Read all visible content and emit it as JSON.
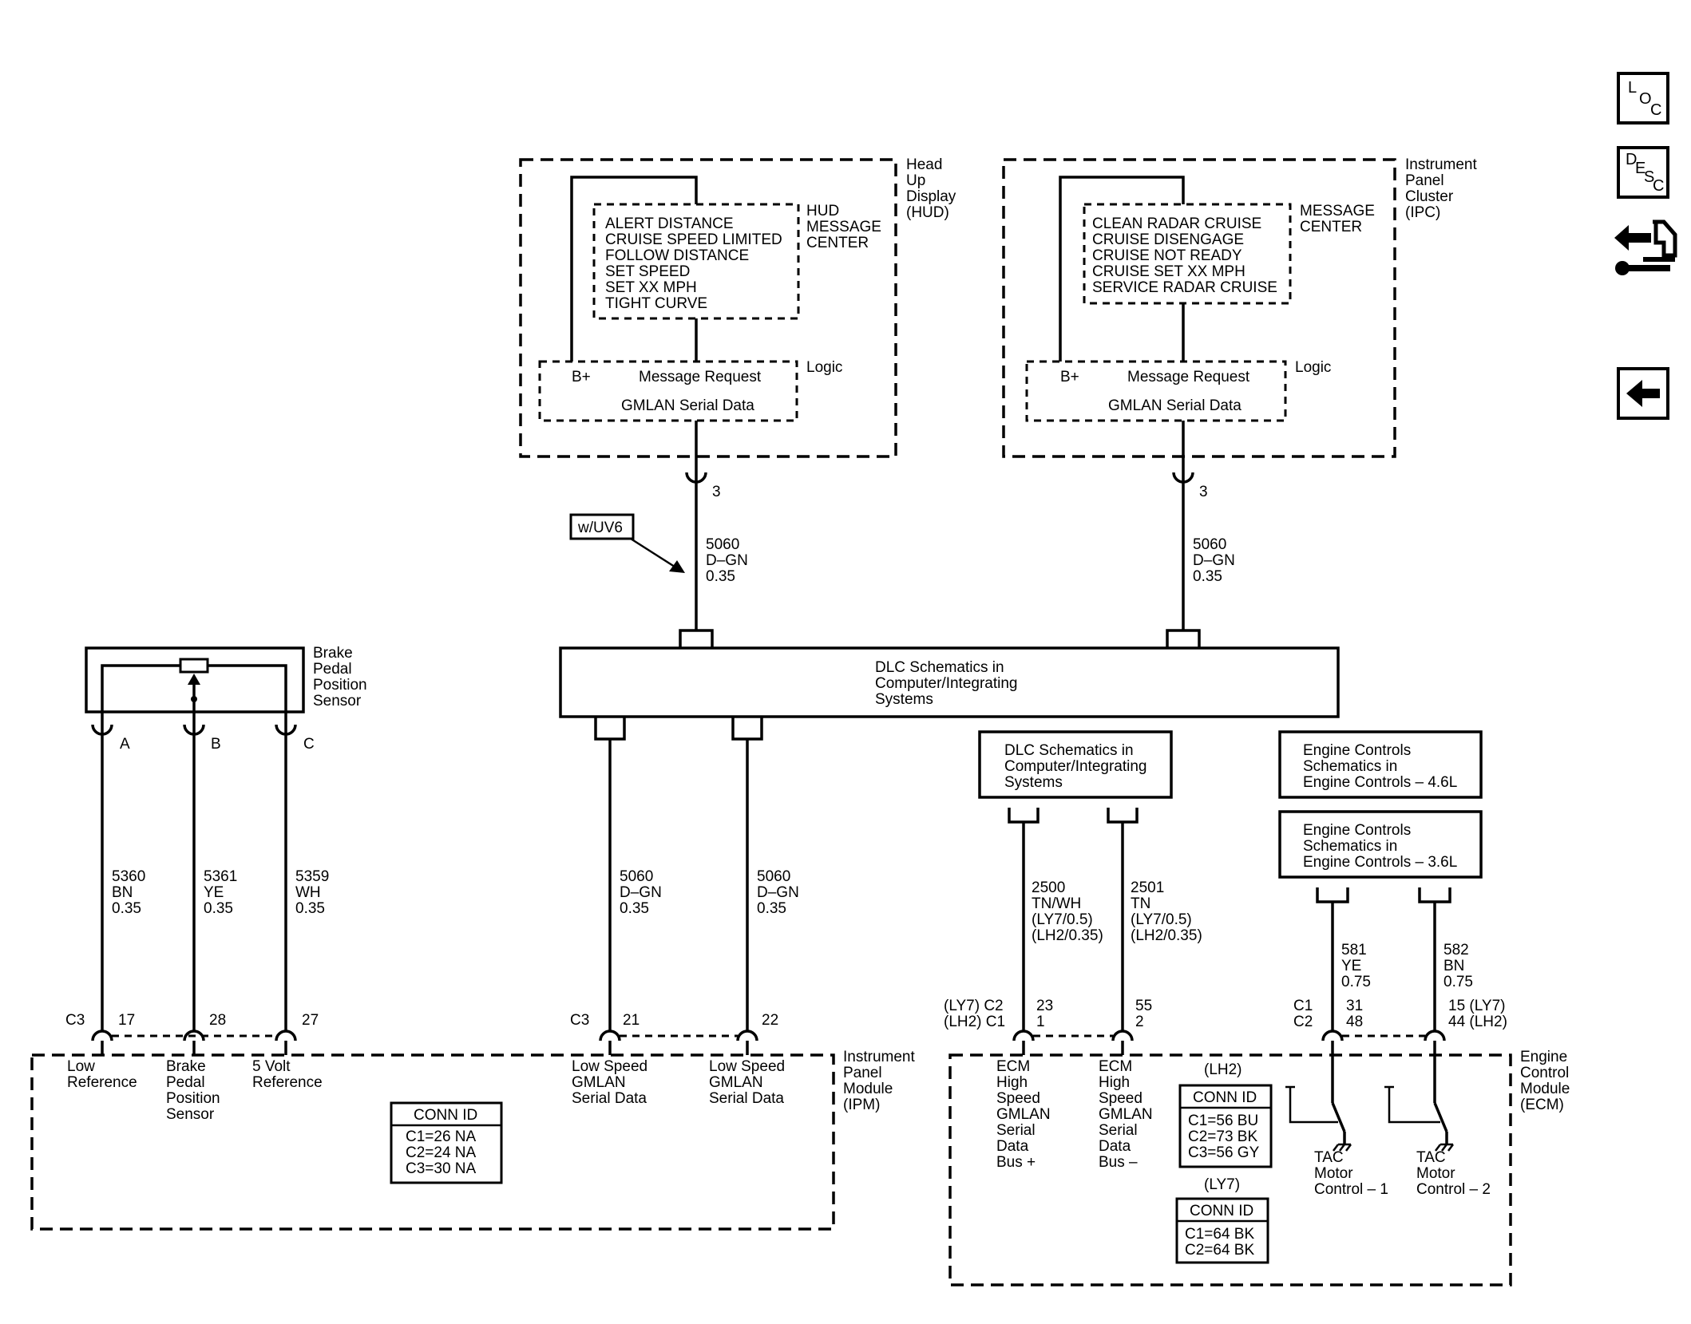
{
  "nav": {
    "loc": {
      "l1": "L",
      "l2": "O",
      "l3": "C"
    },
    "desc": {
      "l1": "D",
      "l2": "E",
      "l3": "S",
      "l4": "C"
    }
  },
  "hud": {
    "title": [
      "Head",
      "Up",
      "Display",
      "(HUD)"
    ],
    "msg_center_label": [
      "HUD",
      "MESSAGE",
      "CENTER"
    ],
    "messages": [
      "ALERT DISTANCE",
      "CRUISE SPEED LIMITED",
      "FOLLOW DISTANCE",
      "SET SPEED",
      "SET XX MPH",
      "TIGHT CURVE"
    ],
    "logic": "Logic",
    "bplus": "B+",
    "msg_request": "Message Request",
    "gmlan": "GMLAN Serial Data",
    "pin": "3",
    "wire": [
      "5060",
      "D–GN",
      "0.35"
    ],
    "option": "w/UV6"
  },
  "ipc": {
    "title": [
      "Instrument",
      "Panel",
      "Cluster",
      "(IPC)"
    ],
    "msg_center_label": [
      "MESSAGE",
      "CENTER"
    ],
    "messages": [
      "CLEAN RADAR CRUISE",
      "CRUISE DISENGAGE",
      "CRUISE NOT READY",
      "CRUISE SET XX MPH",
      "SERVICE RADAR CRUISE"
    ],
    "logic": "Logic",
    "bplus": "B+",
    "msg_request": "Message Request",
    "gmlan": "GMLAN Serial Data",
    "pin": "3",
    "wire": [
      "5060",
      "D–GN",
      "0.35"
    ]
  },
  "dlc_main": [
    "DLC Schematics in",
    "Computer/Integrating",
    "Systems"
  ],
  "bpp": {
    "title": [
      "Brake",
      "Pedal",
      "Position",
      "Sensor"
    ],
    "pins": [
      "A",
      "B",
      "C"
    ],
    "wires": [
      [
        "5360",
        "BN",
        "0.35"
      ],
      [
        "5361",
        "YE",
        "0.35"
      ],
      [
        "5359",
        "WH",
        "0.35"
      ]
    ]
  },
  "ipm_wires": [
    [
      "5060",
      "D–GN",
      "0.35"
    ],
    [
      "5060",
      "D–GN",
      "0.35"
    ]
  ],
  "ipm": {
    "title": [
      "Instrument",
      "Panel",
      "Module",
      "(IPM)"
    ],
    "conn_left": "C3",
    "pins_left": [
      "17",
      "28",
      "27"
    ],
    "conn_right": "C3",
    "pins_right": [
      "21",
      "22"
    ],
    "labels": [
      [
        "Low",
        "Reference"
      ],
      [
        "Brake",
        "Pedal",
        "Position",
        "Sensor"
      ],
      [
        "5 Volt",
        "Reference"
      ],
      [
        "Low Speed",
        "GMLAN",
        "Serial Data"
      ],
      [
        "Low Speed",
        "GMLAN",
        "Serial Data"
      ]
    ],
    "conn_table": {
      "header": "CONN ID",
      "rows": [
        "C1=26 NA",
        "C2=24 NA",
        "C3=30 NA"
      ]
    }
  },
  "dlc_ecm": [
    "DLC Schematics in",
    "Computer/Integrating",
    "Systems"
  ],
  "ecm_gm_wires": [
    [
      "2500",
      "TN/WH",
      "(LY7/0.5)",
      "(LH2/0.35)"
    ],
    [
      "2501",
      "TN",
      "(LY7/0.5)",
      "(LH2/0.35)"
    ]
  ],
  "engine_46": [
    "Engine Controls",
    "Schematics in",
    "Engine Controls – 4.6L"
  ],
  "engine_36": [
    "Engine Controls",
    "Schematics in",
    "Engine Controls – 3.6L"
  ],
  "tac_wires": [
    [
      "581",
      "YE",
      "0.75"
    ],
    [
      "582",
      "BN",
      "0.75"
    ]
  ],
  "ecm": {
    "title": [
      "Engine",
      "Control",
      "Module",
      "(ECM)"
    ],
    "conn_left": [
      "(LY7) C2",
      "(LH2) C1"
    ],
    "pins_a": [
      "23",
      "1"
    ],
    "pins_b": [
      "55",
      "2"
    ],
    "conn_right": [
      "C1",
      "C2"
    ],
    "pins_c": [
      "31",
      "48"
    ],
    "pins_d": [
      "15 (LY7)",
      "44 (LH2)"
    ],
    "labels": [
      [
        "ECM",
        "High",
        "Speed",
        "GMLAN",
        "Serial",
        "Data",
        "Bus +"
      ],
      [
        "ECM",
        "High",
        "Speed",
        "GMLAN",
        "Serial",
        "Data",
        "Bus –"
      ]
    ],
    "tac_labels": [
      [
        "TAC",
        "Motor",
        "Control – 1"
      ],
      [
        "TAC",
        "Motor",
        "Control – 2"
      ]
    ],
    "lh2_label": "(LH2)",
    "lh2_table": {
      "header": "CONN ID",
      "rows": [
        "C1=56 BU",
        "C2=73 BK",
        "C3=56 GY"
      ]
    },
    "ly7_label": "(LY7)",
    "ly7_table": {
      "header": "CONN ID",
      "rows": [
        "C1=64 BK",
        "C2=64 BK"
      ]
    }
  }
}
